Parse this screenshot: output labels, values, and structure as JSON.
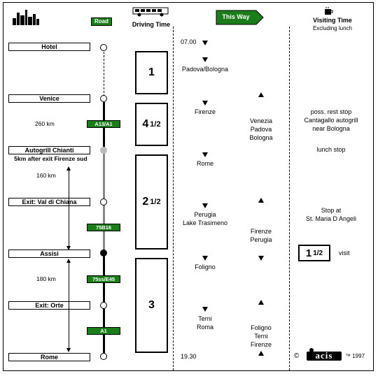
{
  "header": {
    "road_sign": "Road",
    "driving_time": "Driving Time",
    "this_way": "This Way",
    "visiting_time": "Visiting Time",
    "excluding_lunch": "Excluding lunch"
  },
  "stops": [
    {
      "name": "Hotel"
    },
    {
      "name": "Venice"
    },
    {
      "name": "Autogrill Chianti",
      "note": "5km after exit Firenze sud"
    },
    {
      "name": "Exit: Val di Chiana"
    },
    {
      "name": "Assisi"
    },
    {
      "name": "Exit: Orte"
    },
    {
      "name": "Rome"
    }
  ],
  "distances": [
    "260 km",
    "160 km",
    "180 km"
  ],
  "road_shields": [
    "A13/A1",
    "75B16",
    "75ss/E45",
    "A1"
  ],
  "driving_blocks": [
    {
      "whole": "1",
      "frac": ""
    },
    {
      "whole": "4",
      "frac": "1/2"
    },
    {
      "whole": "2",
      "frac": "1/2"
    },
    {
      "whole": "3",
      "frac": ""
    }
  ],
  "times": {
    "start": "07.00",
    "end": "19.30"
  },
  "southbound": [
    "Padova/Bologna",
    "Firenze",
    "Rome",
    "Perugia\nLake Trasimeno",
    "Foligno",
    "Terni\nRoma"
  ],
  "northbound": [
    "Venezia\nPadova\nBologna",
    "Firenze\nPerugia",
    "Foligno\nTerni\nFirenze"
  ],
  "visiting": {
    "rest": "poss. rest stop\nCantagallo autogrill\nnear Bologna",
    "lunch": "lunch stop",
    "stop": "Stop at\nSt. Maria D Angeli",
    "visit_whole": "1",
    "visit_frac": "1/2",
    "visit_label": "visit"
  },
  "footer": {
    "copyright": "©",
    "logo": "acis",
    "tm_year": "™ 1997"
  }
}
